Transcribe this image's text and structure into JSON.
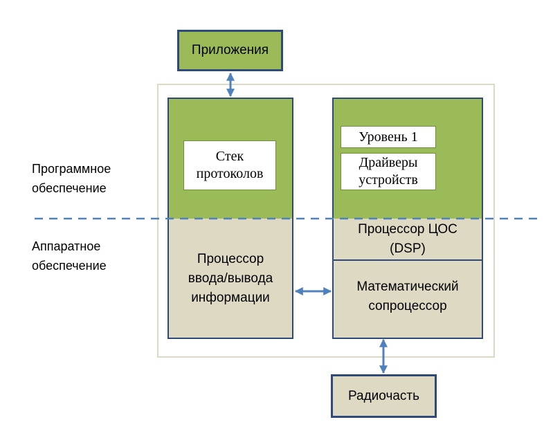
{
  "diagram": {
    "applications": "Приложения",
    "software_label": [
      "Программное",
      "обеспечение"
    ],
    "hardware_label": [
      "Аппаратное",
      "обеспечение"
    ],
    "protocol_stack": [
      "Стек",
      "протоколов"
    ],
    "level1": "Уровень 1",
    "drivers": [
      "Драйверы",
      "устройств"
    ],
    "io_processor": [
      "Процессор",
      "ввода/вывода",
      "информации"
    ],
    "dsp_processor": [
      "Процессор ЦОС",
      "(DSP)"
    ],
    "math_coprocessor": [
      "Математический",
      "сопроцессор"
    ],
    "radio": "Радиочасть"
  },
  "colors": {
    "green": "#9bbb59",
    "beige": "#ddd9c3",
    "border": "#2e4a7a",
    "arrow": "#4f81bd",
    "dashed_line": "#4f81bd"
  }
}
